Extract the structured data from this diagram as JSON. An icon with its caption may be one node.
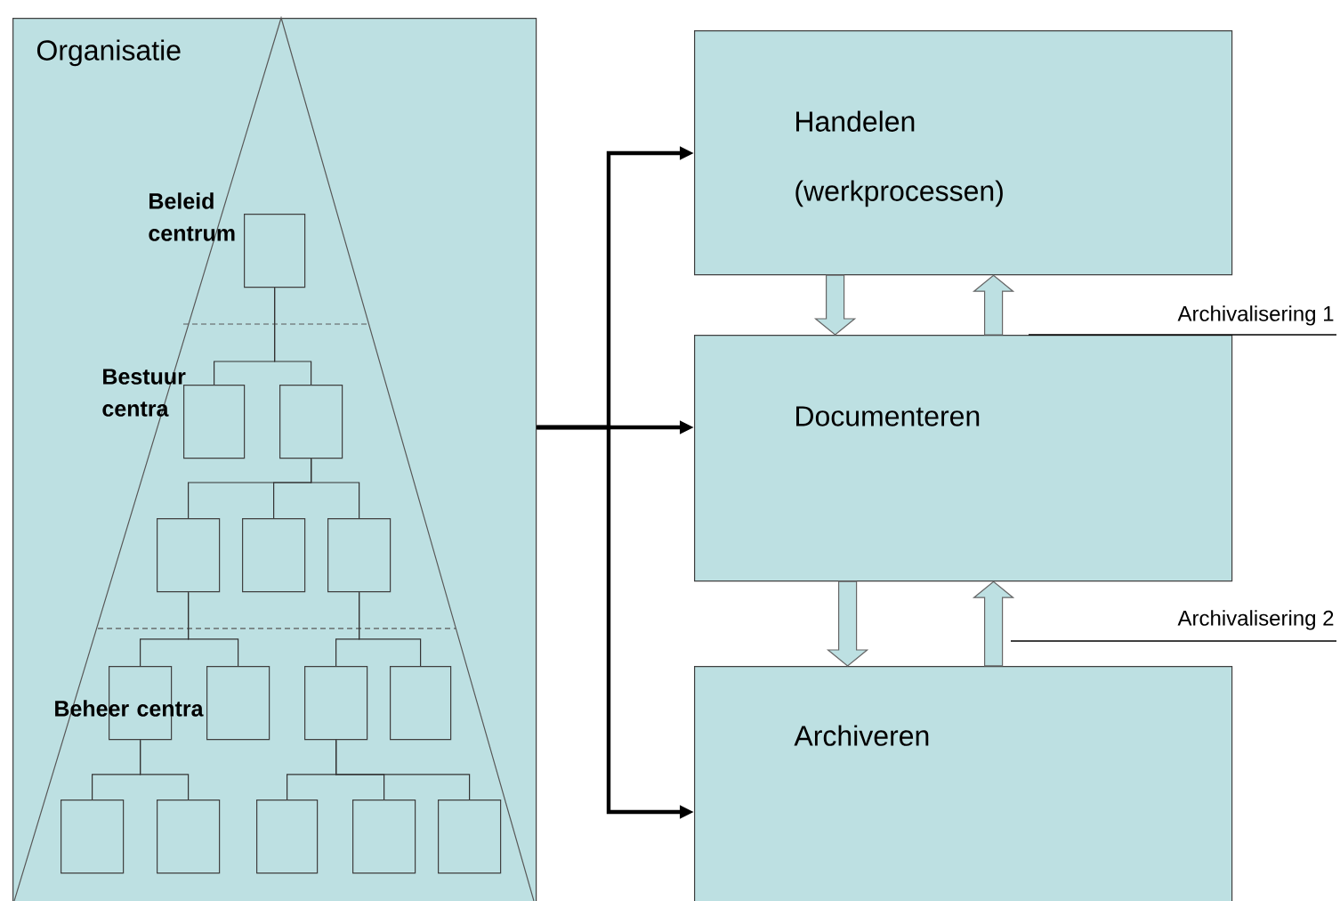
{
  "diagram": {
    "nodes": [
      {
        "text": [
          "Organisatie"
        ]
      },
      {
        "text": [],
        "shape": "box",
        "in": 0
      },
      {
        "text": [],
        "shape": "box",
        "in": 0
      },
      {
        "text": [],
        "shape": "box",
        "in": 0
      },
      {
        "text": [],
        "shape": "box",
        "in": 0
      },
      {
        "text": [],
        "shape": "box",
        "in": 0
      },
      {
        "text": [],
        "shape": "box",
        "in": 0
      },
      {
        "text": [],
        "shape": "box",
        "in": 0
      },
      {
        "text": [],
        "shape": "box",
        "in": 0
      },
      {
        "text": [],
        "shape": "box",
        "in": 0
      },
      {
        "text": [],
        "shape": "box",
        "in": 0
      },
      {
        "text": [],
        "shape": "box",
        "in": 0
      },
      {
        "text": [],
        "shape": "box",
        "in": 0
      },
      {
        "text": [],
        "shape": "box",
        "in": 0
      },
      {
        "text": [],
        "shape": "box",
        "in": 0
      },
      {
        "text": [],
        "shape": "box",
        "in": 0
      },
      {
        "text": [
          "Handelen (werkprocessen)"
        ]
      },
      {
        "text": [
          "Documenteren"
        ]
      },
      {
        "text": [
          "Archiveren"
        ]
      },
      {
        "text": [
          "Archivalisering 1"
        ]
      },
      {
        "text": [
          "Archivalisering 2"
        ]
      }
    ],
    "edges": [
      {
        "from": 1,
        "to": 2,
        "arrow": "none"
      },
      {
        "from": 1,
        "to": 3,
        "arrow": "none"
      },
      {
        "from": 3,
        "to": 4,
        "arrow": "none"
      },
      {
        "from": 3,
        "to": 5,
        "arrow": "none"
      },
      {
        "from": 3,
        "to": 6,
        "arrow": "none"
      },
      {
        "from": 4,
        "to": 7,
        "arrow": "none"
      },
      {
        "from": 4,
        "to": 8,
        "arrow": "none"
      },
      {
        "from": 6,
        "to": 9,
        "arrow": "none"
      },
      {
        "from": 6,
        "to": 10,
        "arrow": "none"
      },
      {
        "from": 7,
        "to": 11,
        "arrow": "none"
      },
      {
        "from": 7,
        "to": 12,
        "arrow": "none"
      },
      {
        "from": 9,
        "to": 13,
        "arrow": "none"
      },
      {
        "from": 9,
        "to": 14,
        "arrow": "none"
      },
      {
        "from": 9,
        "to": 15,
        "arrow": "none"
      },
      {
        "from": 0,
        "to": 16,
        "arrow": "to",
        "style": "thick"
      },
      {
        "from": 0,
        "to": 17,
        "arrow": "to",
        "style": "thick"
      },
      {
        "from": 0,
        "to": 18,
        "arrow": "to",
        "style": "thick"
      },
      {
        "from": 16,
        "to": 17,
        "arrow": "to"
      },
      {
        "from": 17,
        "to": 16,
        "arrow": "to"
      },
      {
        "from": 17,
        "to": 18,
        "arrow": "to"
      },
      {
        "from": 18,
        "to": 17,
        "arrow": "to"
      },
      {
        "from": 19,
        "to": 17,
        "arrow": "none"
      },
      {
        "from": 20,
        "to": null,
        "arrow": "none"
      }
    ],
    "labels": [
      "Beleid centrum",
      "Bestuur centra",
      "Beheer centra"
    ]
  }
}
